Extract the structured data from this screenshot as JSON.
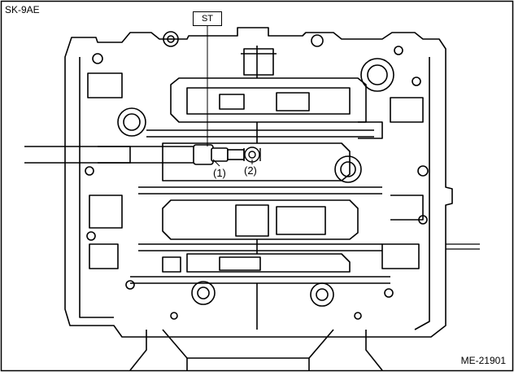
{
  "figure": {
    "code_top_left": "SK-9AE",
    "code_bottom_right": "ME-21901",
    "tool_label": "ST",
    "callouts": [
      "(1)",
      "(2)"
    ]
  }
}
